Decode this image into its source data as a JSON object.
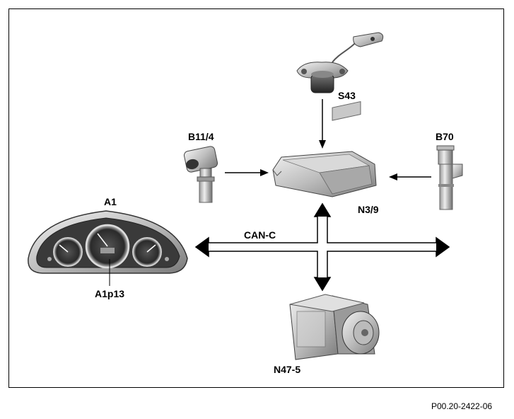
{
  "labels": {
    "s43": "S43",
    "b11_4": "B11/4",
    "b70": "B70",
    "n3_9": "N3/9",
    "a1": "A1",
    "can_c": "CAN-C",
    "a1p13": "A1p13",
    "n47_5": "N47-5"
  },
  "reference": "P00.20-2422-06"
}
